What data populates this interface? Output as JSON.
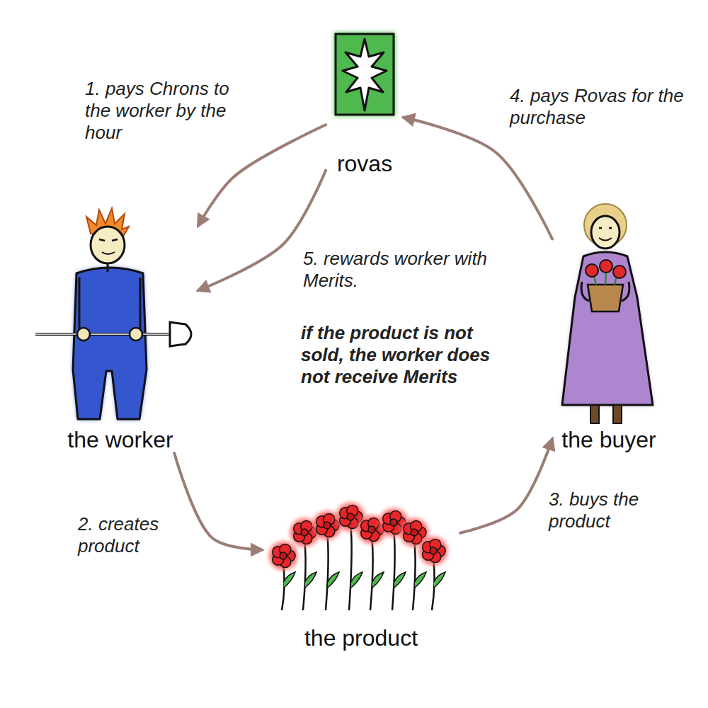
{
  "diagram": {
    "nodes": [
      {
        "text": [
          "rovas"
        ]
      },
      {
        "text": [
          "the worker"
        ]
      },
      {
        "text": [
          "the buyer"
        ]
      },
      {
        "text": [
          "the product"
        ]
      }
    ],
    "edges": [
      {
        "from": 0,
        "to": 1,
        "arrow": "to",
        "label": "1. pays Chrons to the worker by the hour"
      },
      {
        "from": 1,
        "to": 3,
        "arrow": "to",
        "label": "2. creates product"
      },
      {
        "from": 3,
        "to": 2,
        "arrow": "to",
        "label": "3. buys the product"
      },
      {
        "from": 2,
        "to": 0,
        "arrow": "to",
        "label": "4. pays Rovas for the purchase"
      },
      {
        "from": 0,
        "to": 1,
        "arrow": "to",
        "label": "5. rewards worker with Merits."
      }
    ],
    "labels": [
      "if the product is not sold, the worker does not receive Merits"
    ]
  }
}
